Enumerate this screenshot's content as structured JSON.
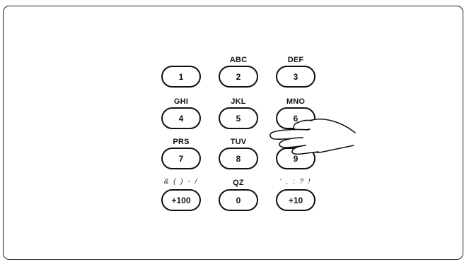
{
  "keypad": {
    "keys": [
      {
        "label": "1",
        "letters": ""
      },
      {
        "label": "2",
        "letters": "ABC"
      },
      {
        "label": "3",
        "letters": "DEF"
      },
      {
        "label": "4",
        "letters": "GHI"
      },
      {
        "label": "5",
        "letters": "JKL"
      },
      {
        "label": "6",
        "letters": "MNO"
      },
      {
        "label": "7",
        "letters": "PRS"
      },
      {
        "label": "8",
        "letters": "TUV"
      },
      {
        "label": "9",
        "letters": ""
      },
      {
        "label": "+100",
        "letters": "& (  ) - /"
      },
      {
        "label": "0",
        "letters": "QZ"
      },
      {
        "label": "+10",
        "letters": "' , : ? !"
      }
    ]
  },
  "illustration": {
    "hand_icon": "pointing-hand-icon",
    "pressed_key": "6"
  }
}
